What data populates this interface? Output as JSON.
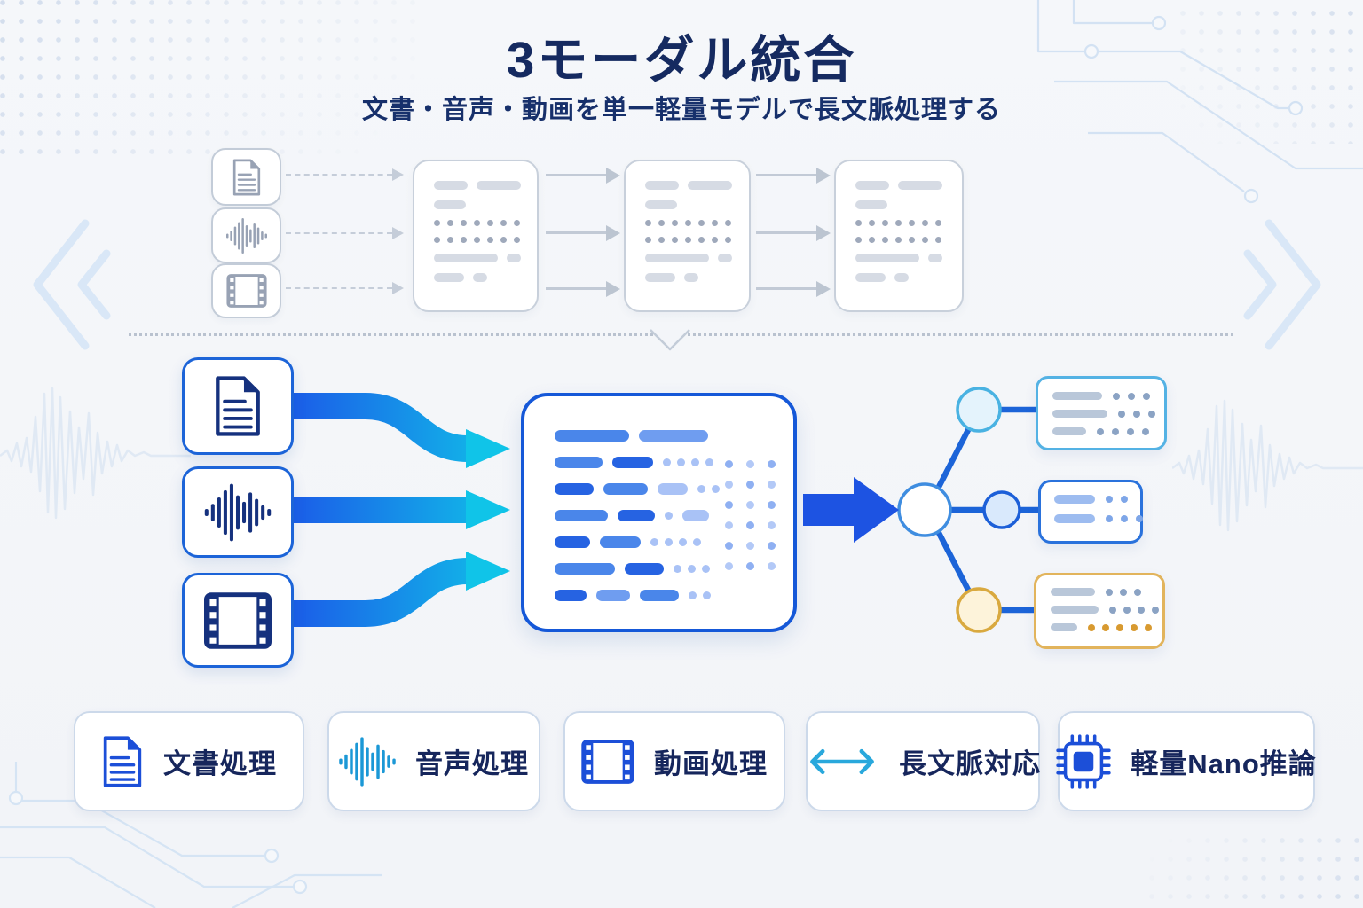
{
  "header": {
    "title": "3モーダル統合",
    "subtitle": "文書・音声・動画を単一軽量モデルで長文脈処理する"
  },
  "diagram": {
    "inputs": [
      {
        "icon": "document-icon"
      },
      {
        "icon": "audio-waveform-icon"
      },
      {
        "icon": "film-icon"
      }
    ],
    "flow": "inputs -> fusion-model -> branching-outputs"
  },
  "legend": {
    "items": [
      {
        "icon": "document-icon",
        "label": "文書処理"
      },
      {
        "icon": "audio-waveform-icon",
        "label": "音声処理"
      },
      {
        "icon": "film-icon",
        "label": "動画処理"
      },
      {
        "icon": "long-context-arrows-icon",
        "label": "長文脈対応"
      },
      {
        "icon": "nano-chip-icon",
        "label": "軽量Nano推論"
      }
    ]
  },
  "colors": {
    "title_navy": "#152A60",
    "icon_navy": "#15317E",
    "primary_blue": "#1B58DC",
    "flow_gradient_start": "#1B5CE8",
    "flow_gradient_end": "#10C4E8",
    "legend_icon_blue": "#1C4FD8",
    "legend_audio_cyan": "#1B98D6",
    "long_context_cyan": "#29A8DC",
    "node_gold": "#D9A93F",
    "output_orange": "#D89A30",
    "faded_gray": "#C5CDD9",
    "background": "#F4F6FA"
  }
}
